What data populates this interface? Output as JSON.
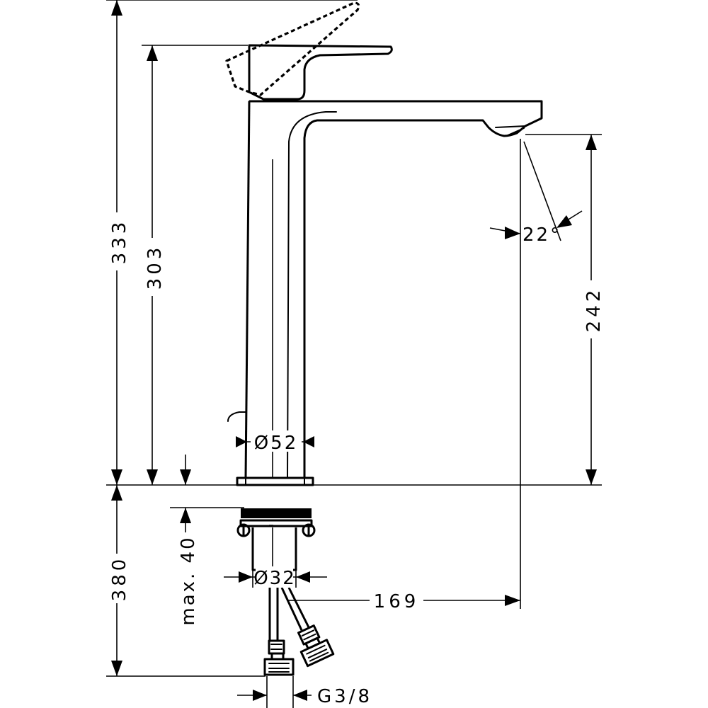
{
  "dimensions": {
    "total_height": "333",
    "spout_height": "303",
    "outlet_height": "242",
    "body_diameter": "Ø52",
    "spray_angle": "22°",
    "shank_diameter": "Ø32",
    "projection": "169",
    "below_deck": "380",
    "max_thickness": "max. 40",
    "thread": "G3/8"
  },
  "colors": {
    "line": "#000000",
    "background": "#ffffff"
  }
}
